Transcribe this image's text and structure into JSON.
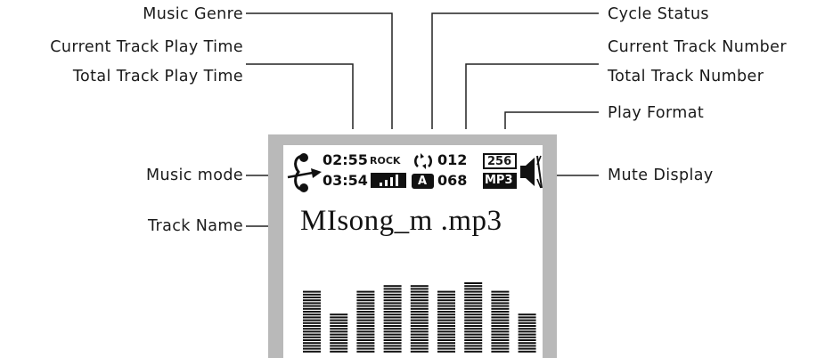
{
  "callouts": {
    "music_genre": "Music Genre",
    "current_track_play_time": "Current Track Play Time",
    "total_track_play_time": "Total Track Play Time",
    "music_mode": "Music mode",
    "track_name": "Track Name",
    "cycle_status": "Cycle Status",
    "current_track_number": "Current Track Number",
    "total_track_number": "Total Track Number",
    "play_format": "Play Format",
    "mute_display": "Mute Display"
  },
  "display": {
    "current_time": "02:55",
    "total_time": "03:54",
    "genre": "ROCK",
    "current_track": "012",
    "total_track": "068",
    "bitrate": "256",
    "format": "MP3",
    "cycle_mode": "A",
    "track_name": "MIsong_m .mp3"
  },
  "equalizer": {
    "levels": [
      0.64,
      0.43,
      0.64,
      0.71,
      0.71,
      0.64,
      0.75,
      0.64,
      0.43
    ]
  },
  "colors": {
    "frame": "#b9b9b9",
    "lcd": "#ffffff",
    "ink": "#1a1a1a"
  }
}
